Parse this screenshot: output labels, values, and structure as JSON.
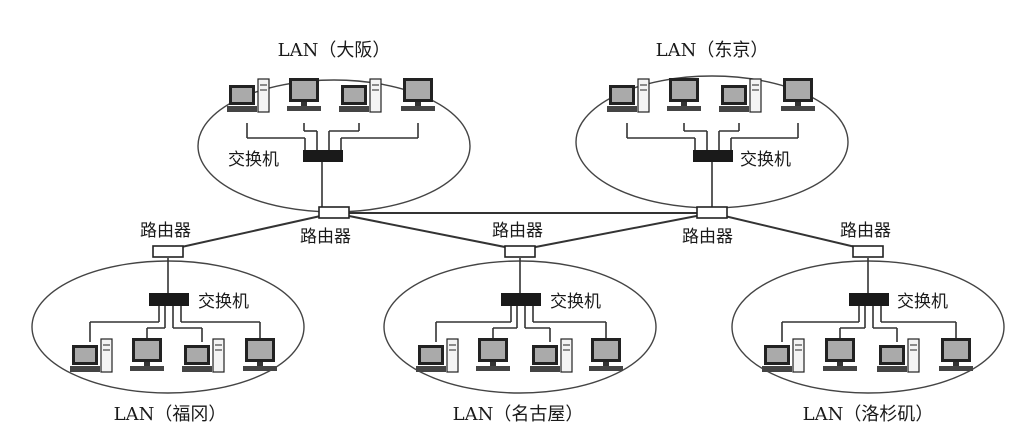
{
  "labels": {
    "switch": "交换机",
    "router": "路由器"
  },
  "lans": [
    {
      "id": "osaka",
      "title": "LAN（大阪）"
    },
    {
      "id": "tokyo",
      "title": "LAN（东京）"
    },
    {
      "id": "fukuoka",
      "title": "LAN（福冈）"
    },
    {
      "id": "nagoya",
      "title": "LAN（名古屋）"
    },
    {
      "id": "losangeles",
      "title": "LAN（洛杉矶）"
    }
  ]
}
